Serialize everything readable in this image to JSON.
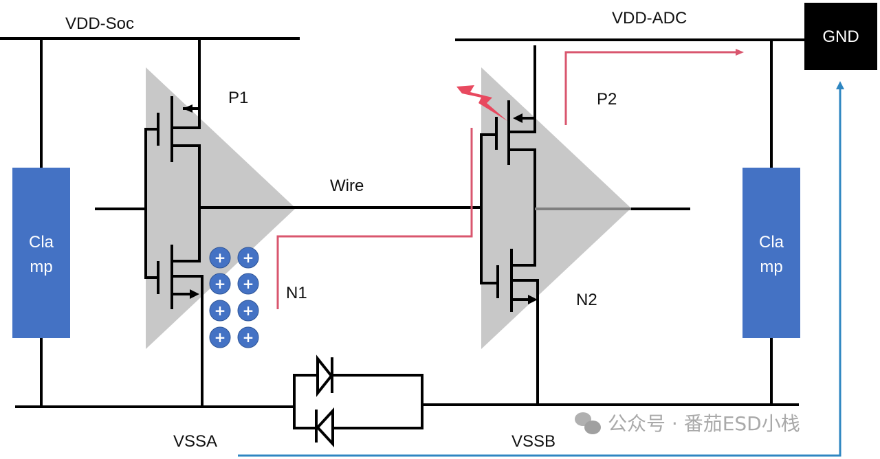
{
  "labels": {
    "vdd_soc": "VDD-Soc",
    "vdd_adc": "VDD-ADC",
    "gnd": "GND",
    "p1": "P1",
    "n1": "N1",
    "p2": "P2",
    "n2": "N2",
    "wire": "Wire",
    "vssa": "VSSA",
    "vssb": "VSSB",
    "clamp_left_line1": "Cla",
    "clamp_left_line2": "mp",
    "clamp_right_line1": "Cla",
    "clamp_right_line2": "mp",
    "plus": "+"
  },
  "watermark": {
    "text": "公众号 · 番茄ESD小栈",
    "icon": "wechat-icon"
  },
  "colors": {
    "clamp_fill": "#4472c4",
    "gnd_fill": "#000000",
    "charge_fill": "#4472c4",
    "esd_path": "#e0506a",
    "return_path": "#2e86c1",
    "inverter_fill": "#c8c8c8",
    "wire": "#000000"
  },
  "charges": {
    "count": 8
  }
}
